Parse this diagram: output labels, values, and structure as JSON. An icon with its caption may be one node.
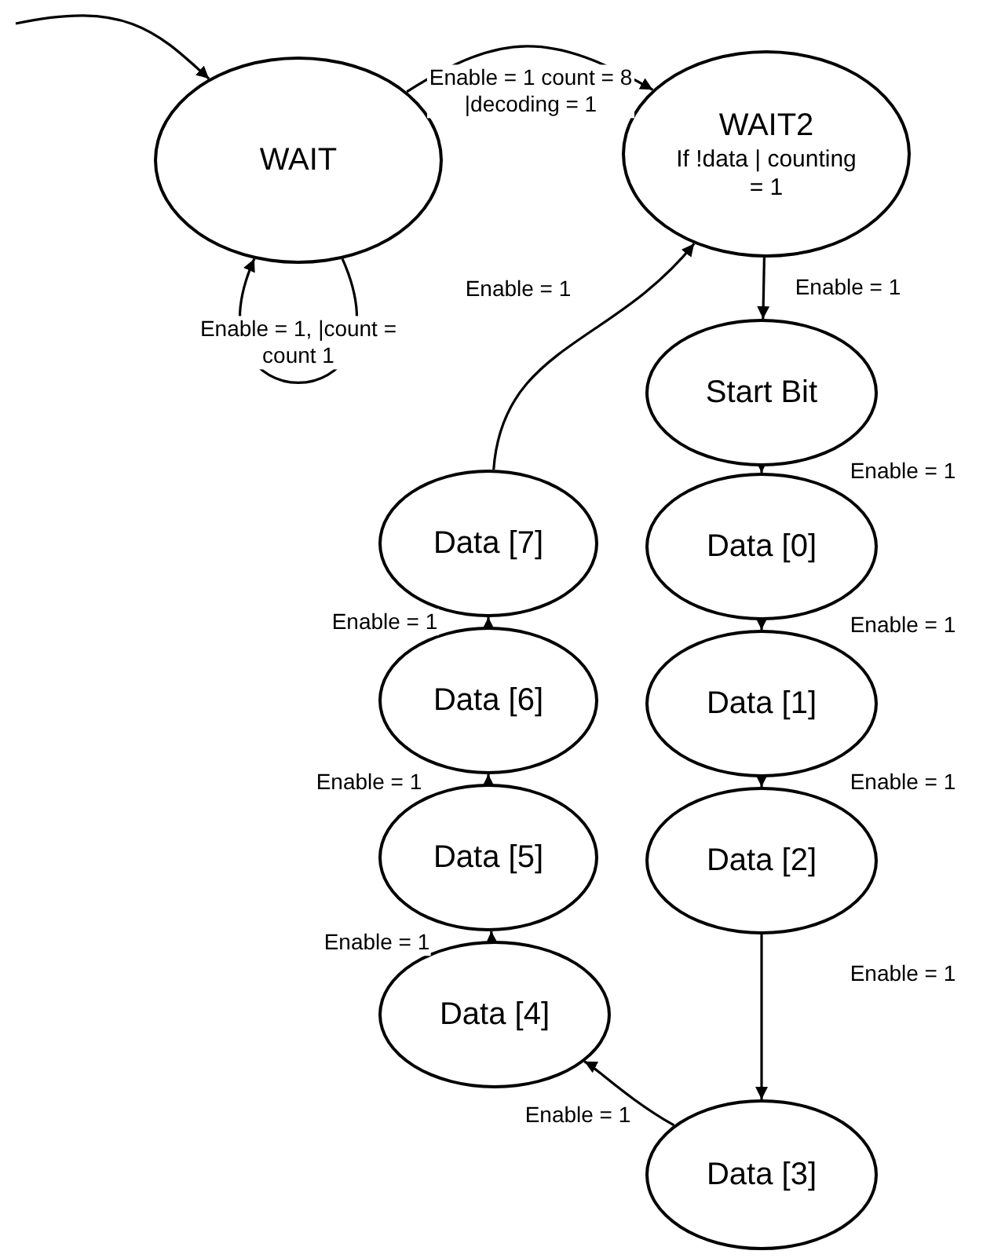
{
  "diagram": {
    "nodes": [
      {
        "text": [
          "WAIT"
        ]
      },
      {
        "text": [
          "WAIT2",
          "If !data | counting = 1"
        ]
      },
      {
        "text": [
          "Start Bit"
        ]
      },
      {
        "text": [
          "Data [0]"
        ]
      },
      {
        "text": [
          "Data [1]"
        ]
      },
      {
        "text": [
          "Data [2]"
        ]
      },
      {
        "text": [
          "Data [3]"
        ]
      },
      {
        "text": [
          "Data [4]"
        ]
      },
      {
        "text": [
          "Data [5]"
        ]
      },
      {
        "text": [
          "Data [6]"
        ]
      },
      {
        "text": [
          "Data [7]"
        ]
      }
    ],
    "edges": [
      {
        "from": null,
        "to": 0,
        "arrow": "to"
      },
      {
        "from": 0,
        "to": 0,
        "arrow": "to",
        "label": "Enable = 1, |count = count 1"
      },
      {
        "from": 0,
        "to": 1,
        "arrow": "to",
        "label": "Enable = 1 count = 8 |decoding = 1"
      },
      {
        "from": 1,
        "to": 2,
        "arrow": "to",
        "label": "Enable = 1"
      },
      {
        "from": 2,
        "to": 3,
        "arrow": "to",
        "label": "Enable = 1"
      },
      {
        "from": 3,
        "to": 4,
        "arrow": "to",
        "label": "Enable = 1"
      },
      {
        "from": 4,
        "to": 5,
        "arrow": "to",
        "label": "Enable = 1"
      },
      {
        "from": 5,
        "to": 6,
        "arrow": "to",
        "label": "Enable = 1"
      },
      {
        "from": 6,
        "to": 7,
        "arrow": "to",
        "label": "Enable = 1"
      },
      {
        "from": 7,
        "to": 8,
        "arrow": "to",
        "label": "Enable = 1"
      },
      {
        "from": 8,
        "to": 9,
        "arrow": "to",
        "label": "Enable = 1"
      },
      {
        "from": 9,
        "to": 10,
        "arrow": "to",
        "label": "Enable = 1"
      },
      {
        "from": 10,
        "to": 1,
        "arrow": "to",
        "label": "Enable = 1"
      }
    ]
  }
}
